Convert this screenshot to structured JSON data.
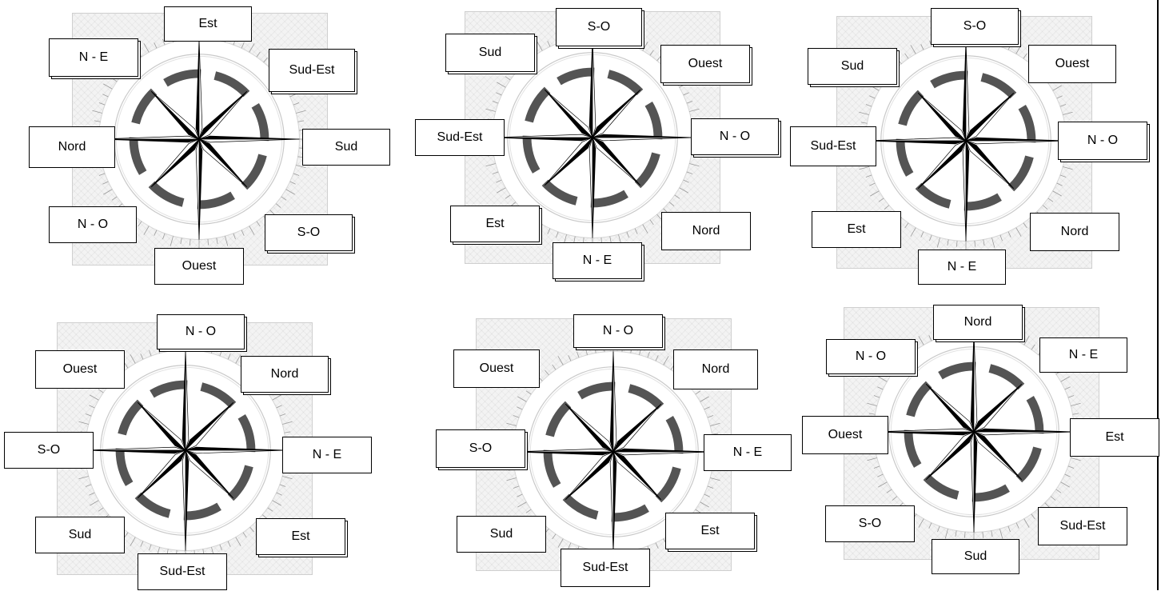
{
  "worksheet": {
    "panels": [
      {
        "labels": [
          "Est",
          "Sud-Est",
          "Sud",
          "S-O",
          "Ouest",
          "N - O",
          "Nord",
          "N - E"
        ]
      },
      {
        "labels": [
          "S-O",
          "Ouest",
          "N - O",
          "Nord",
          "N - E",
          "Est",
          "Sud-Est",
          "Sud"
        ]
      },
      {
        "labels": [
          "S-O",
          "Ouest",
          "N - O",
          "Nord",
          "N - E",
          "Est",
          "Sud-Est",
          "Sud"
        ]
      },
      {
        "labels": [
          "N - O",
          "Nord",
          "N - E",
          "Est",
          "Sud-Est",
          "Sud",
          "S-O",
          "Ouest"
        ]
      },
      {
        "labels": [
          "N - O",
          "Nord",
          "N - E",
          "Est",
          "Sud-Est",
          "Sud",
          "S-O",
          "Ouest"
        ]
      },
      {
        "labels": [
          "Nord",
          "N - E",
          "Est",
          "Sud-Est",
          "Sud",
          "S-O",
          "Ouest",
          "N - O"
        ]
      }
    ]
  }
}
